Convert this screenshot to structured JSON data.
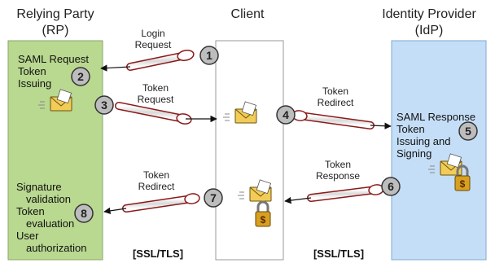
{
  "columns": {
    "rp": {
      "title_line1": "Relying Party",
      "title_line2": "(RP)"
    },
    "client": {
      "title": "Client"
    },
    "idp": {
      "title_line1": "Identity Provider",
      "title_line2": "(IdP)"
    }
  },
  "rp_box": {
    "top_lines": [
      "SAML Request",
      "Token",
      "Issuing"
    ],
    "bottom_lines": [
      "Signature",
      "validation",
      "Token",
      "evaluation",
      "User",
      "authorization"
    ]
  },
  "idp_box": {
    "lines": [
      "SAML Response",
      "Token",
      "Issuing and",
      "Signing"
    ]
  },
  "arrows": {
    "a1": {
      "line1": "Login",
      "line2": "Request"
    },
    "a3": {
      "line1": "Token",
      "line2": "Request"
    },
    "a4": {
      "line1": "Token",
      "line2": "Redirect"
    },
    "a6": {
      "line1": "Token",
      "line2": "Response"
    },
    "a7": {
      "line1": "Token",
      "line2": "Redirect"
    }
  },
  "steps": [
    "1",
    "2",
    "3",
    "4",
    "5",
    "6",
    "7",
    "8"
  ],
  "ssl_left": "[SSL/TLS]",
  "ssl_right": "[SSL/TLS]",
  "colors": {
    "rp_fill": "#b9d890",
    "rp_stroke": "#8aa66a",
    "idp_fill": "#c5def7",
    "idp_stroke": "#7fa9d3",
    "pipe_stroke": "#8b1a1a",
    "circle_fill": "#bdbdbd"
  }
}
